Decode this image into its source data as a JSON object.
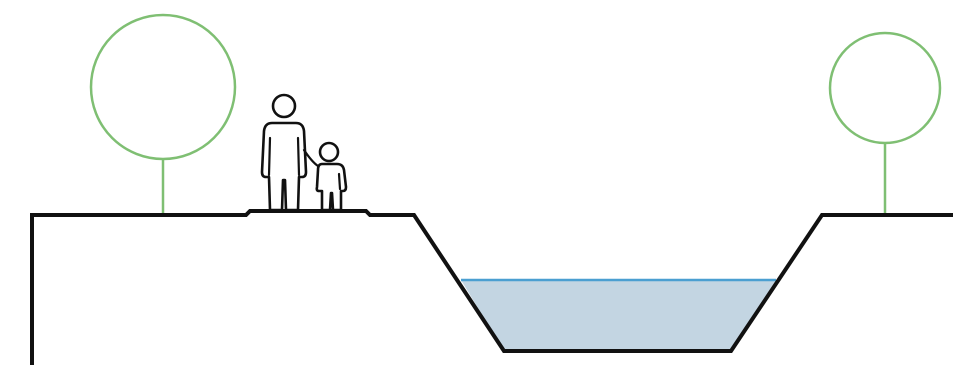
{
  "scene": {
    "type": "cross-section",
    "elements": [
      "tree",
      "adult-and-child",
      "path-platform",
      "ditch-with-water",
      "tree"
    ]
  },
  "colors": {
    "ground": "#111111",
    "tree": "#7fbf73",
    "water_fill": "#c3d5e2",
    "water_line": "#4b9fd1",
    "background": "#ffffff"
  },
  "icons": {
    "left_tree": "tree-icon",
    "right_tree": "tree-icon",
    "adult": "adult-person-icon",
    "child": "child-person-icon"
  }
}
